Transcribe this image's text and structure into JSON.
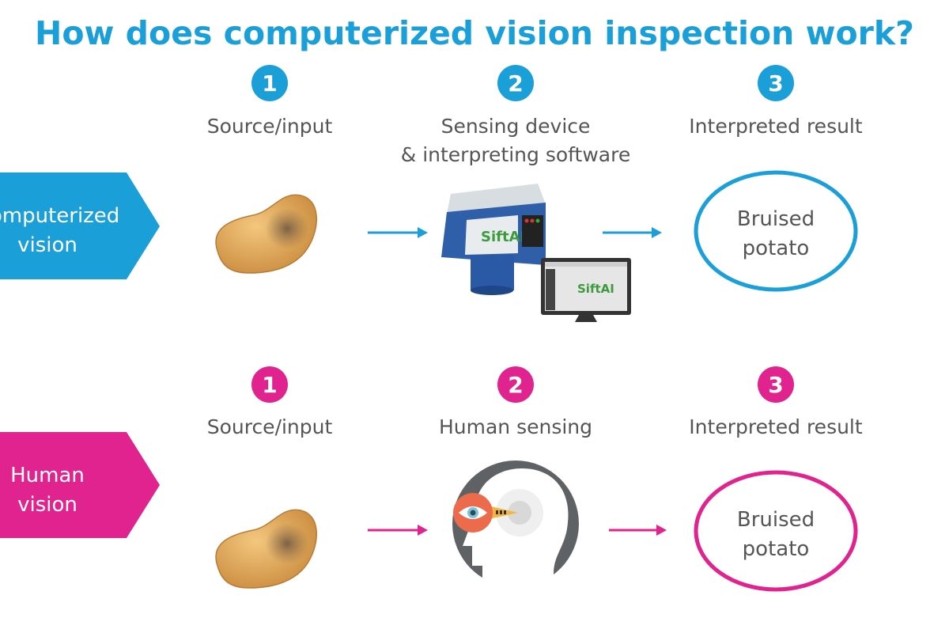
{
  "title": "How does computerized vision inspection work?",
  "colors": {
    "computerized": "#1a9fd8",
    "human": "#e0238e",
    "label_text": "#555555",
    "potato": "#e0a95a"
  },
  "computerized": {
    "tag_line1": "Computerized",
    "tag_line2": "vision",
    "steps": [
      {
        "number": "1",
        "label_line1": "Source/input",
        "label_line2": ""
      },
      {
        "number": "2",
        "label_line1": "Sensing device",
        "label_line2": "& interpreting software"
      },
      {
        "number": "3",
        "label_line1": "Interpreted result",
        "label_line2": ""
      }
    ],
    "result_line1": "Bruised",
    "result_line2": "potato",
    "device_logo": "SiftAI",
    "monitor_logo": "SiftAI"
  },
  "human": {
    "tag_line1": "Human",
    "tag_line2": "vision",
    "steps": [
      {
        "number": "1",
        "label_line1": "Source/input"
      },
      {
        "number": "2",
        "label_line1": "Human sensing"
      },
      {
        "number": "3",
        "label_line1": "Interpreted result"
      }
    ],
    "result_line1": "Bruised",
    "result_line2": "potato"
  },
  "icons": [
    "potato-icon",
    "camera-device-icon",
    "monitor-icon",
    "head-eye-icon",
    "arrow-right-icon"
  ]
}
